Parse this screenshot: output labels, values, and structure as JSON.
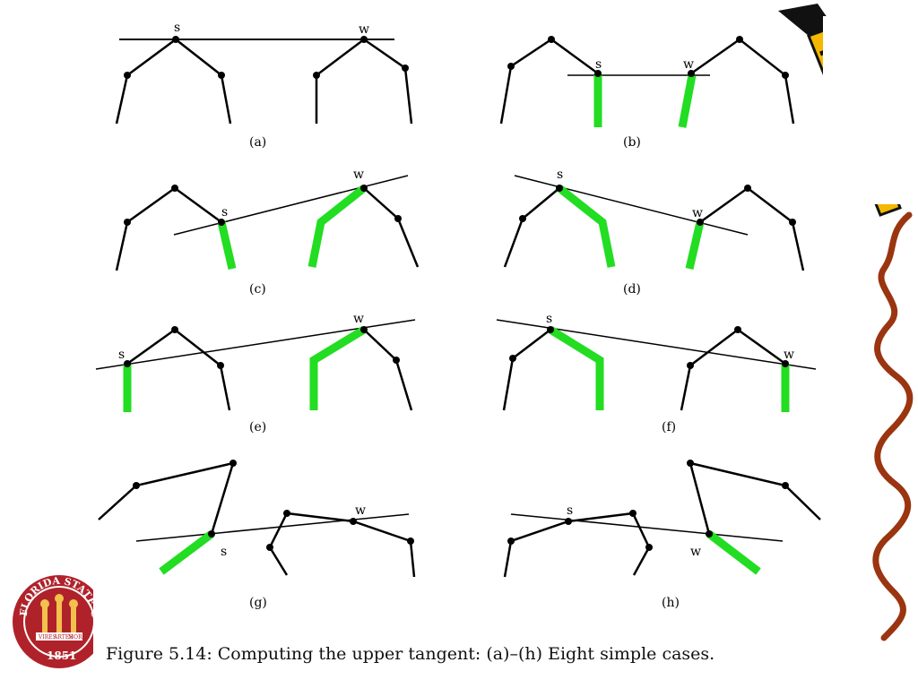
{
  "figure": {
    "caption": "Figure 5.14: Computing the upper tangent: (a)–(h) Eight simple cases.",
    "panels": [
      {
        "label": "(a)",
        "upper_point": "s",
        "lower_point": "w"
      },
      {
        "label": "(b)",
        "upper_point": "s",
        "lower_point": "w"
      },
      {
        "label": "(c)",
        "upper_point": "s",
        "lower_point": "w"
      },
      {
        "label": "(d)",
        "upper_point": "s",
        "lower_point": "w"
      },
      {
        "label": "(e)",
        "upper_point": "s",
        "lower_point": "w"
      },
      {
        "label": "(f)",
        "upper_point": "s",
        "lower_point": "w"
      },
      {
        "label": "(g)",
        "upper_point": "s",
        "lower_point": "w"
      },
      {
        "label": "(h)",
        "upper_point": "s",
        "lower_point": "w"
      }
    ]
  },
  "logo": {
    "name": "fsu-seal-icon",
    "text_top": "FLORIDA STATE UNIVERSITY",
    "year": "1851",
    "mottoes": [
      "VIRES",
      "ARTES",
      "MORES"
    ]
  },
  "decor": {
    "pencil": "pencil-icon",
    "squiggle": "squiggle-line-icon"
  },
  "colors": {
    "highlight": "#22dd22",
    "seal_red": "#b0222a",
    "squiggle": "#9a3510",
    "pencil_yellow": "#f5b800"
  }
}
